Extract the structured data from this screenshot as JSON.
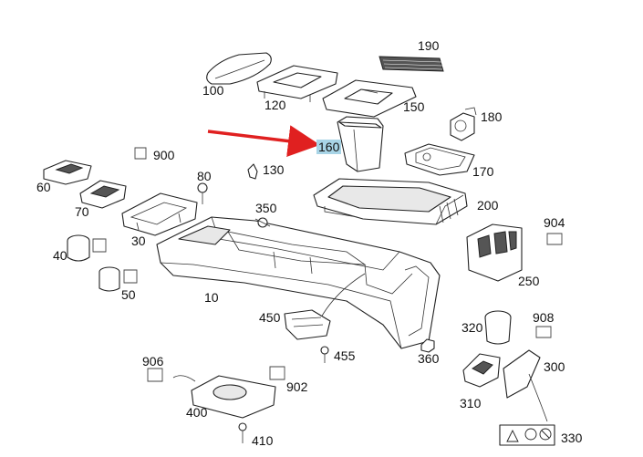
{
  "diagram": {
    "highlight_color": "#a8d4e6",
    "arrow_color": "#e02020",
    "highlighted_part": "160",
    "labels": {
      "p10": "10",
      "p30": "30",
      "p40": "40",
      "p50": "50",
      "p60": "60",
      "p70": "70",
      "p80": "80",
      "p100": "100",
      "p120": "120",
      "p130": "130",
      "p150": "150",
      "p160": "160",
      "p170": "170",
      "p180": "180",
      "p190": "190",
      "p200": "200",
      "p250": "250",
      "p300": "300",
      "p310": "310",
      "p320": "320",
      "p330": "330",
      "p350": "350",
      "p360": "360",
      "p400": "400",
      "p410": "410",
      "p450": "450",
      "p455": "455",
      "p900": "900",
      "p902": "902",
      "p904": "904",
      "p906": "906",
      "p908": "908"
    }
  }
}
